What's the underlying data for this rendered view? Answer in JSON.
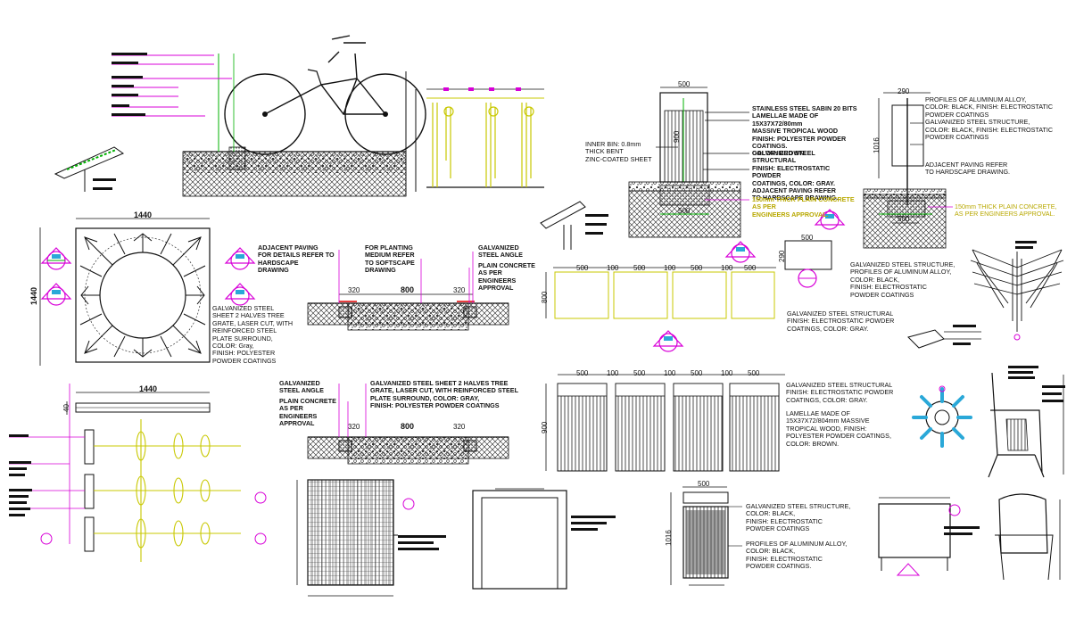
{
  "colors": {
    "magenta": "#d800d8",
    "green": "#00b000",
    "yellow": "#c8c800",
    "cyan": "#2aa8d8",
    "line": "#111111"
  },
  "dims": {
    "d1440_top": "1440",
    "d1440_side": "1440",
    "d1440_bottom": "1440",
    "d40": "40",
    "d320_a": "320",
    "d800_a": "800",
    "d320_b": "320",
    "d320_c": "320",
    "d800_b": "800",
    "d320_d": "320",
    "bin500_top": "500",
    "bin900": "900",
    "bin500_base": "500",
    "post290": "290",
    "post1016": "1016",
    "post500": "500",
    "plan500": "500",
    "plan290": "290",
    "row500_1": "500",
    "row100_1": "100",
    "row500_2": "500",
    "row100_2": "100",
    "row500_3": "500",
    "row100_3": "100",
    "row500_4": "500",
    "row800": "800",
    "elev500_1": "500",
    "elev100_1": "100",
    "elev500_2": "500",
    "elev100_2": "100",
    "elev500_3": "500",
    "elev100_3": "100",
    "elev500_4": "500",
    "elev900": "900",
    "small500": "500",
    "small1016": "1016"
  },
  "notes": {
    "bin_labels": "STAINLESS STEEL SABIN 20 BITS\nLAMELLAE MADE OF 15X37X72/80mm\nMASSIVE TROPICAL WOOD\nFINISH: POLYESTER POWDER COATINGS.\nCOLOR: BROWN.",
    "bin_structure": "GALVANIZED STEEL STRUCTURAL\nFINISH: ELECTROSTATIC POWDER\nCOATINGS, COLOR: GRAY.\nADJACENT PAVING REFER\nTO HARDSCAPE DRAWING.",
    "inner_bin": "INNER BIN: 0.8mm\nTHICK BENT\nZINC-COATED SHEET",
    "concrete_yellow_1": "150mm THICK PLAIN CONCRETE AS PER\nENGINEERS APPROVAL.",
    "aluminum_right": "PROFILES OF ALUMINUM ALLOY,\nCOLOR: BLACK, FINISH: ELECTROSTATIC\nPOWDER COATINGS\nGALVANIZED STEEL STRUCTURE,\nCOLOR: BLACK, FINISH: ELECTROSTATIC\nPOWDER COATINGS",
    "adjacent_right": "ADJACENT PAVING REFER\nTO HARDSCAPE DRAWING.",
    "concrete_yellow_2": "150mm THICK PLAIN CONCRETE,\nAS PER ENGINEERS APPROVAL.",
    "galv_structure_mid": "GALVANIZED STEEL STRUCTURE,\nPROFILES OF ALUMINUM ALLOY,\nCOLOR: BLACK,\nFINISH: ELECTROSTATIC\nPOWDER COATINGS",
    "galv_structural_mid": "GALVANIZED STEEL STRUCTURAL\nFINISH: ELECTROSTATIC POWDER\nCOATINGS, COLOR: GRAY.",
    "tree_grate": "GALVANIZED STEEL\nSHEET 2 HALVES TREE\nGRATE, LASER CUT, WITH\nREINFORCED STEEL\nPLATE SURROUND,\nCOLOR: Gray,\nFINISH: POLYESTER\nPOWDER COATINGS",
    "adjacent_paving": "ADJACENT PAVING\nFOR DETAILS REFER TO\nHARDSCAPE\nDRAWING",
    "planting_medium": "FOR PLANTING\nMEDIUM REFER\nTO SOFTSCAPE\nDRAWING",
    "galv_angle_right": "GALVANIZED\nSTEEL ANGLE",
    "plain_concrete_right": "PLAIN CONCRETE\nAS PER\nENGINEERS\nAPPROVAL",
    "galv_angle_left": "GALVANIZED\nSTEEL ANGLE",
    "plain_concrete_left": "PLAIN CONCRETE\nAS PER\nENGINEERS\nAPPROVAL",
    "tree_grate_section": "GALVANIZED STEEL SHEET 2 HALVES TREE\nGRATE, LASER CUT, WITH REINFORCED STEEL\nPLATE SURROUND, COLOR: GRAY,\nFINISH: POLYESTER POWDER COATINGS",
    "bench_structural": "GALVANIZED STEEL STRUCTURAL\nFINISH: ELECTROSTATIC POWDER\nCOATINGS, COLOR: GRAY.",
    "lamellae": "LAMELLAE MADE OF\n15X37X72/804mm MASSIVE\nTROPICAL WOOD, FINISH:\nPOLYESTER POWDER COATINGS,\nCOLOR:  BROWN.",
    "small_bin_structure": "GALVANIZED STEEL STRUCTURE,\nCOLOR: BLACK,\nFINISH: ELECTROSTATIC\nPOWDER COATINGS",
    "small_bin_profiles": "PROFILES OF ALUMINUM ALLOY,\nCOLOR: BLACK,\nFINISH: ELECTROSTATIC\nPOWDER COATINGS."
  }
}
